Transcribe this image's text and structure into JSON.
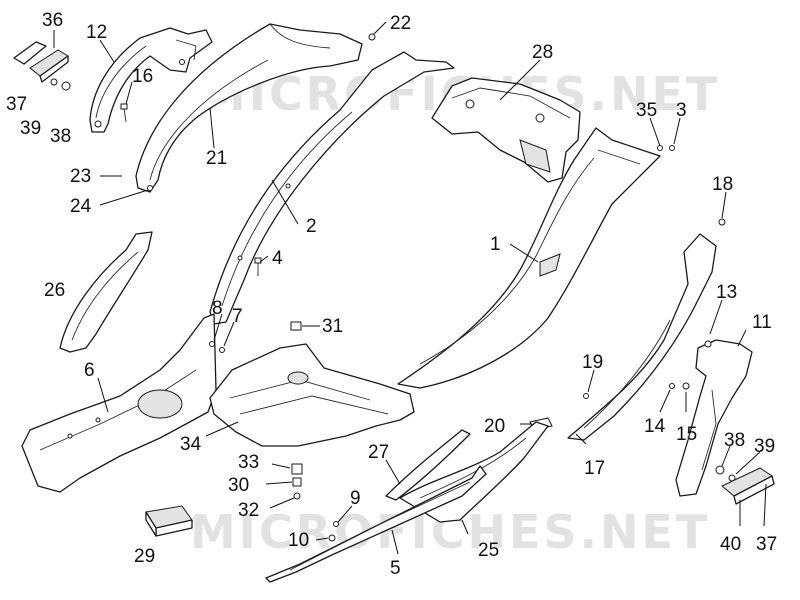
{
  "watermarks": [
    "MICROFICHES.NET",
    "MICROFICHES.NET"
  ],
  "callouts": [
    {
      "id": "c36",
      "label": "36"
    },
    {
      "id": "c12",
      "label": "12"
    },
    {
      "id": "c22",
      "label": "22"
    },
    {
      "id": "c28",
      "label": "28"
    },
    {
      "id": "c16",
      "label": "16"
    },
    {
      "id": "c37a",
      "label": "37"
    },
    {
      "id": "c39a",
      "label": "39"
    },
    {
      "id": "c38a",
      "label": "38"
    },
    {
      "id": "c21",
      "label": "21"
    },
    {
      "id": "c35",
      "label": "35"
    },
    {
      "id": "c3",
      "label": "3"
    },
    {
      "id": "c23",
      "label": "23"
    },
    {
      "id": "c24",
      "label": "24"
    },
    {
      "id": "c18",
      "label": "18"
    },
    {
      "id": "c2",
      "label": "2"
    },
    {
      "id": "c1",
      "label": "1"
    },
    {
      "id": "c4",
      "label": "4"
    },
    {
      "id": "c26",
      "label": "26"
    },
    {
      "id": "c13",
      "label": "13"
    },
    {
      "id": "c8",
      "label": "8"
    },
    {
      "id": "c7",
      "label": "7"
    },
    {
      "id": "c31",
      "label": "31"
    },
    {
      "id": "c11",
      "label": "11"
    },
    {
      "id": "c6",
      "label": "6"
    },
    {
      "id": "c19",
      "label": "19"
    },
    {
      "id": "c14",
      "label": "14"
    },
    {
      "id": "c15",
      "label": "15"
    },
    {
      "id": "c20",
      "label": "20"
    },
    {
      "id": "c38b",
      "label": "38"
    },
    {
      "id": "c39b",
      "label": "39"
    },
    {
      "id": "c34",
      "label": "34"
    },
    {
      "id": "c27",
      "label": "27"
    },
    {
      "id": "c17",
      "label": "17"
    },
    {
      "id": "c33",
      "label": "33"
    },
    {
      "id": "c30",
      "label": "30"
    },
    {
      "id": "c32",
      "label": "32"
    },
    {
      "id": "c9",
      "label": "9"
    },
    {
      "id": "c29",
      "label": "29"
    },
    {
      "id": "c10",
      "label": "10"
    },
    {
      "id": "c25",
      "label": "25"
    },
    {
      "id": "c40",
      "label": "40"
    },
    {
      "id": "c37b",
      "label": "37"
    },
    {
      "id": "c5",
      "label": "5"
    }
  ]
}
